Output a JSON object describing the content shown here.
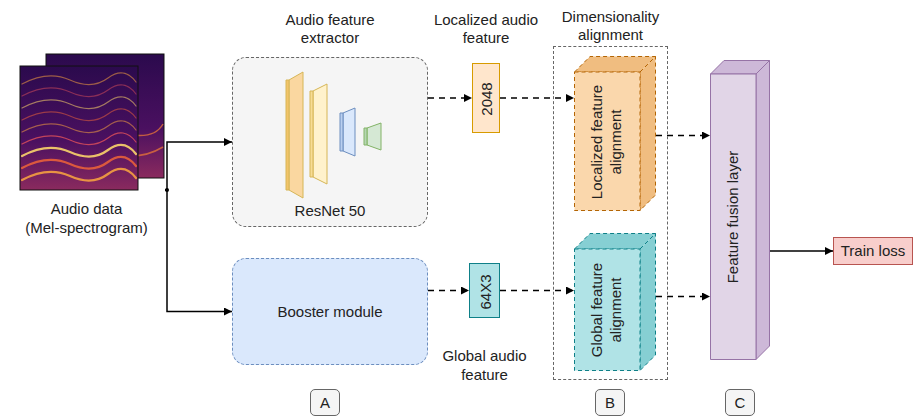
{
  "diagram": {
    "nodes": [
      {
        "text": [
          "Audio data (Mel-spectrogram)"
        ]
      },
      {
        "text": [
          "Audio feature extractor",
          "ResNet 50"
        ]
      },
      {
        "text": [
          "Booster module"
        ]
      },
      {
        "text": [
          "Localized audio feature",
          "2048"
        ]
      },
      {
        "text": [
          "64X3",
          "Global audio feature"
        ]
      },
      {
        "text": [
          "Dimensionality alignment"
        ]
      },
      {
        "text": [
          "Localized feature alignment"
        ],
        "in": 5
      },
      {
        "text": [
          "Global feature alignment"
        ],
        "in": 5
      },
      {
        "text": [
          "Feature fusion layer"
        ]
      },
      {
        "text": [
          "Train loss"
        ]
      },
      {
        "text": [
          "A"
        ]
      },
      {
        "text": [
          "B"
        ]
      },
      {
        "text": [
          "C"
        ]
      }
    ],
    "edges": [
      {
        "from": 0,
        "to": 1,
        "arrow": "to"
      },
      {
        "from": 0,
        "to": 2,
        "arrow": "to"
      },
      {
        "from": 1,
        "to": 3,
        "arrow": "to"
      },
      {
        "from": 2,
        "to": 4,
        "arrow": "to"
      },
      {
        "from": 3,
        "to": 6,
        "arrow": "to"
      },
      {
        "from": 4,
        "to": 7,
        "arrow": "to"
      },
      {
        "from": 6,
        "to": 8,
        "arrow": "to"
      },
      {
        "from": 7,
        "to": 8,
        "arrow": "to"
      },
      {
        "from": 8,
        "to": 9,
        "arrow": "to"
      }
    ]
  }
}
